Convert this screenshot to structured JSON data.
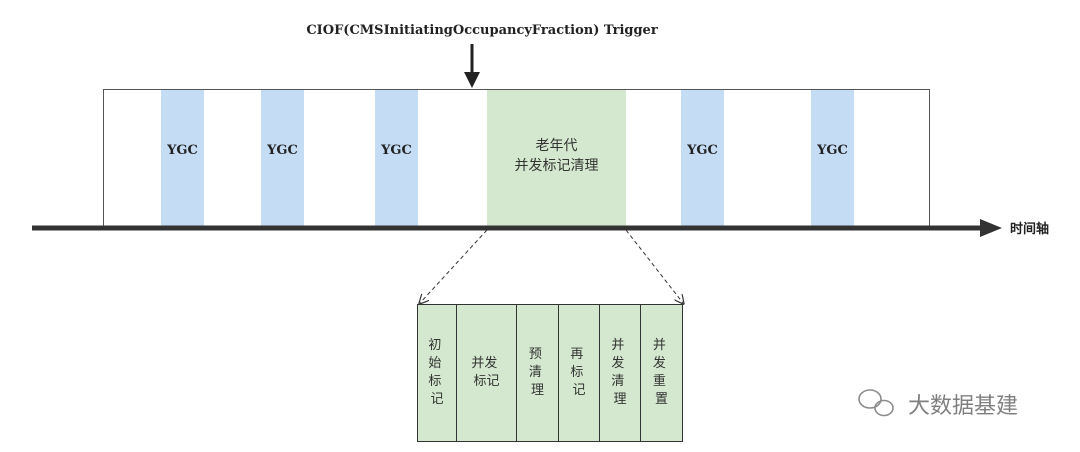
{
  "trigger_label": "CIOF(CMSInitiatingOccupancyFraction) Trigger",
  "timeline_label": "时间轴",
  "ygc_blocks": [
    {
      "label": "YGC"
    },
    {
      "label": "YGC"
    },
    {
      "label": "YGC"
    },
    {
      "label": "YGC"
    },
    {
      "label": "YGC"
    }
  ],
  "old_gen_block": {
    "line1": "老年代",
    "line2": "并发标记清理"
  },
  "phases": [
    {
      "lines": [
        "初",
        "始",
        "标",
        "记"
      ]
    },
    {
      "lines": [
        "并发",
        "标记"
      ]
    },
    {
      "lines": [
        "预",
        "清",
        "理"
      ]
    },
    {
      "lines": [
        "再",
        "标",
        "记"
      ]
    },
    {
      "lines": [
        "并",
        "发",
        "清",
        "理"
      ]
    },
    {
      "lines": [
        "并",
        "发",
        "重",
        "置"
      ]
    }
  ],
  "watermark": "大数据基建",
  "colors": {
    "ygc_fill": "#c5dcf5",
    "old_gen_fill": "#d4e8cf",
    "phase_fill": "#d4e8cf",
    "line": "#333333"
  }
}
